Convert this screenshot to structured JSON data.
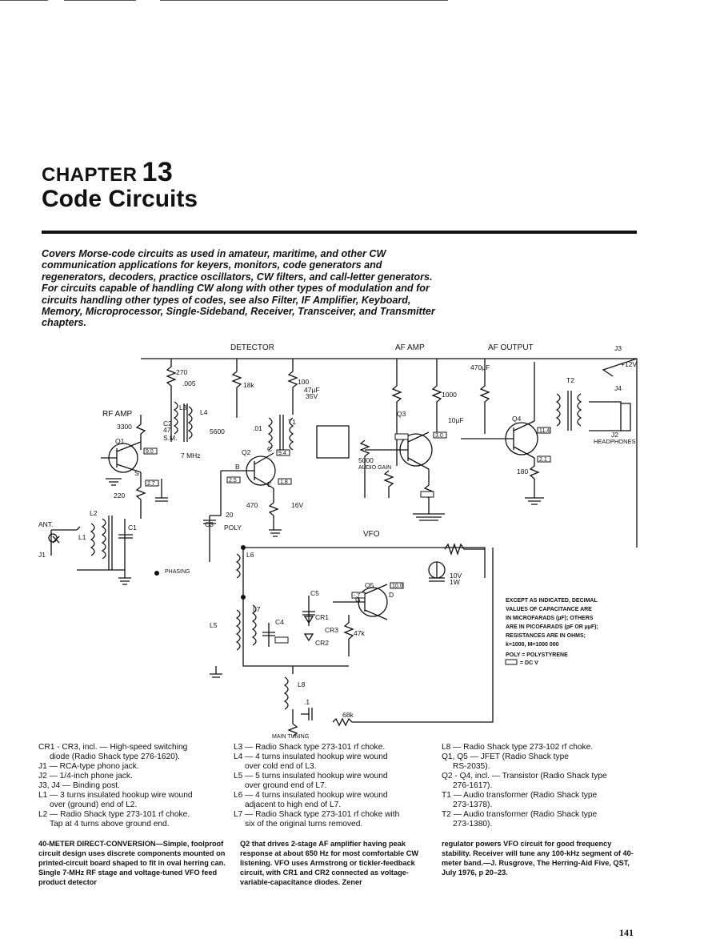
{
  "chapter": {
    "label": "CHAPTER",
    "number": "13",
    "title": "Code Circuits"
  },
  "intro": "Covers Morse-code circuits as used in amateur, maritime, and other CW communication applications for keyers, monitors, code generators and regenerators, decoders, practice oscillators, CW filters, and call-letter generators. For circuits capable of handling CW along with other types of modulation and for circuits handling other types of codes, see also Filter, IF Amplifier, Keyboard, Memory, Microprocessor, Single-Sideband, Receiver, Transceiver, and Transmitter chapters.",
  "schematic": {
    "stages": [
      "DETECTOR",
      "AF AMP",
      "AF OUTPUT",
      "RF AMP",
      "VFO"
    ],
    "components": [
      "270",
      ".005",
      "18k",
      "100",
      "47µF",
      "35V",
      "L3",
      "L4",
      "T1",
      "3300",
      "C2",
      "47",
      "S.M.",
      "Q1",
      "9.0",
      "7 MHz",
      "5600",
      ".01",
      "Q2",
      "C",
      "9.4",
      "B",
      "2.5",
      "E",
      "1.8",
      "470",
      "16V",
      "S",
      "2.7",
      "220",
      "L2",
      "C1",
      "ANT.",
      "J1",
      "L1",
      "C3",
      "20",
      "POLY",
      "470µF",
      "1000",
      "10µF",
      "Q3",
      "3.0",
      "Q4",
      "T2",
      "J3",
      "+12V",
      "J4",
      "J2",
      "HEADPHONES",
      "5000",
      "AUDIO GAIN",
      "180",
      "11.4",
      "2.1",
      "1W",
      "10V",
      "L6",
      "L5",
      "L7",
      "C4",
      "C5",
      "CR1",
      "CR2",
      "CR3",
      "Q5",
      "D",
      "G",
      "10.0",
      "-.7",
      "47k",
      "L8",
      ".1",
      "68k",
      "MAIN TUNING",
      "PHASING"
    ],
    "notes": [
      "EXCEPT AS INDICATED, DECIMAL",
      "VALUES OF CAPACITANCE ARE",
      "IN MICROFARADS (µF); OTHERS",
      "ARE IN PICOFARADS (pF OR µµF);",
      "RESISTANCES ARE IN OHMS;",
      "k=1000, M=1000 000",
      "POLY = POLYSTYRENE",
      "= DC V"
    ]
  },
  "parts": {
    "col1": [
      "CR1 - CR3, incl. — High-speed switching",
      "diode (Radio Shack type 276-1620).",
      "J1 — RCA-type phono jack.",
      "J2 — 1/4-inch phone jack.",
      "J3, J4 — Binding post.",
      "L1 — 3 turns insulated hookup wire wound",
      "over (ground) end of L2.",
      "L2 — Radio Shack type 273-101 rf choke.",
      "Tap at 4 turns above ground end."
    ],
    "col2": [
      "L3 — Radio Shack type 273-101 rf choke.",
      "L4 — 4 turns insulated hookup wire wound",
      "over cold end of L3.",
      "L5 — 5 turns insulated hookup wire wound",
      "over ground end of L7.",
      "L6 — 4 turns insulated hookup wire wound",
      "adjacent to high end of L7.",
      "L7 — Radio Shack type 273-101 rf choke with",
      "six of the original turns removed."
    ],
    "col3": [
      "L8 — Radio Shack type 273-102 rf choke.",
      "Q1, Q5 — JFET (Radio Shack type",
      "RS-2035).",
      "Q2 - Q4, incl. — Transistor (Radio Shack type",
      "276-1617).",
      "T1 — Audio transformer (Radio Shack type",
      "273-1378).",
      "T2 — Audio transformer (Radio Shack type",
      "273-1380)."
    ]
  },
  "description": {
    "col1": "40-METER DIRECT-CONVERSION—Simple, foolproof circuit design uses discrete components mounted on printed-circuit board shaped to fit in oval herring can. Single 7-MHz RF stage and voltage-tuned VFO feed product detector",
    "col2": "Q2 that drives 2-stage AF amplifier having peak response at about 650 Hz for most comfortable CW listening. VFO uses Armstrong or tickler-feedback circuit, with CR1 and CR2 connected as voltage-variable-capacitance diodes. Zener",
    "col3": "regulator powers VFO circuit for good frequency stability. Receiver will tune any 100-kHz segment of 40-meter band.—J. Rusgrove, The Herring-Aid Five, QST, July 1976, p 20–23."
  },
  "page_number": "141"
}
